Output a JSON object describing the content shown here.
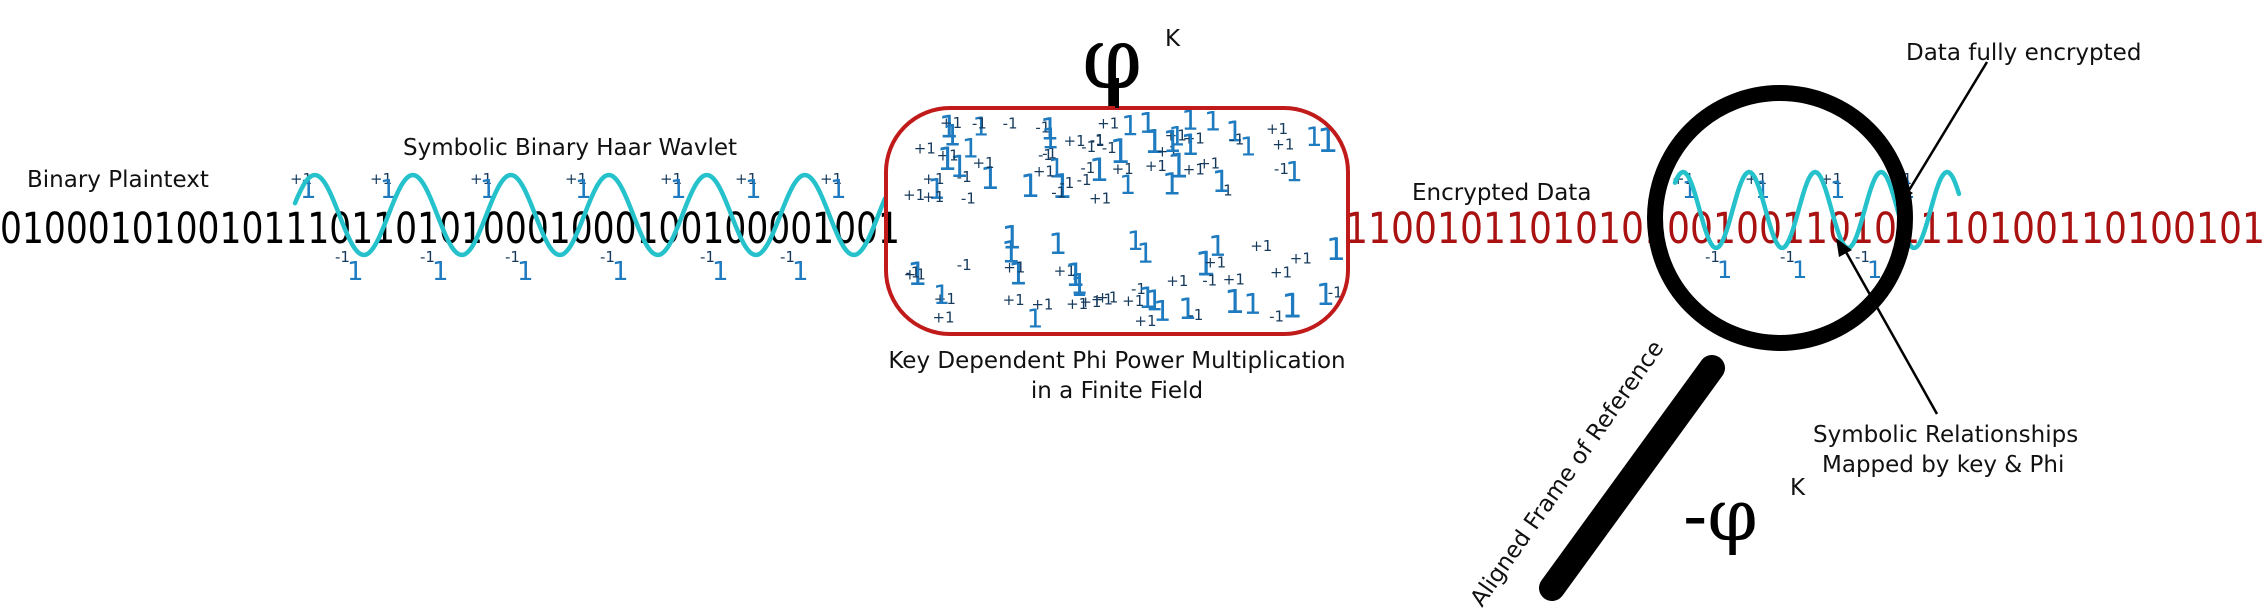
{
  "labels": {
    "binary_plaintext": "Binary Plaintext",
    "haar_wavlet": "Symbolic Binary Haar Wavlet",
    "phi_k_symbol": "φ",
    "phi_k_exponent": "K",
    "key_dependent_line1": "Key Dependent Phi Power Multiplication",
    "key_dependent_line2": "in a Finite Field",
    "encrypted_data": "Encrypted Data",
    "data_fully_encrypted": "Data fully encrypted",
    "symbolic_rel_line1": "Symbolic Relationships",
    "symbolic_rel_line2": "Mapped by key & Phi",
    "neg_phi_symbol": "-φ",
    "neg_phi_exponent": "K",
    "aligned_frame": "Aligned Frame of Reference"
  },
  "binary": {
    "plain": "01000101001011101101010001000100100001001",
    "encrypted": "1100101101010100100110101110100110100101"
  },
  "symbols": {
    "plus_one": "+1",
    "minus_one": "-1",
    "one": "1"
  },
  "colors": {
    "plain_text": "#000000",
    "encrypted_text": "#aa1111",
    "wave": "#25c2cc",
    "box_border": "#c01a1a",
    "symbol_blue": "#1e7bc0",
    "magnifier": "#000000"
  },
  "icons": [
    "magnifying-glass-icon",
    "arrow-icon"
  ]
}
